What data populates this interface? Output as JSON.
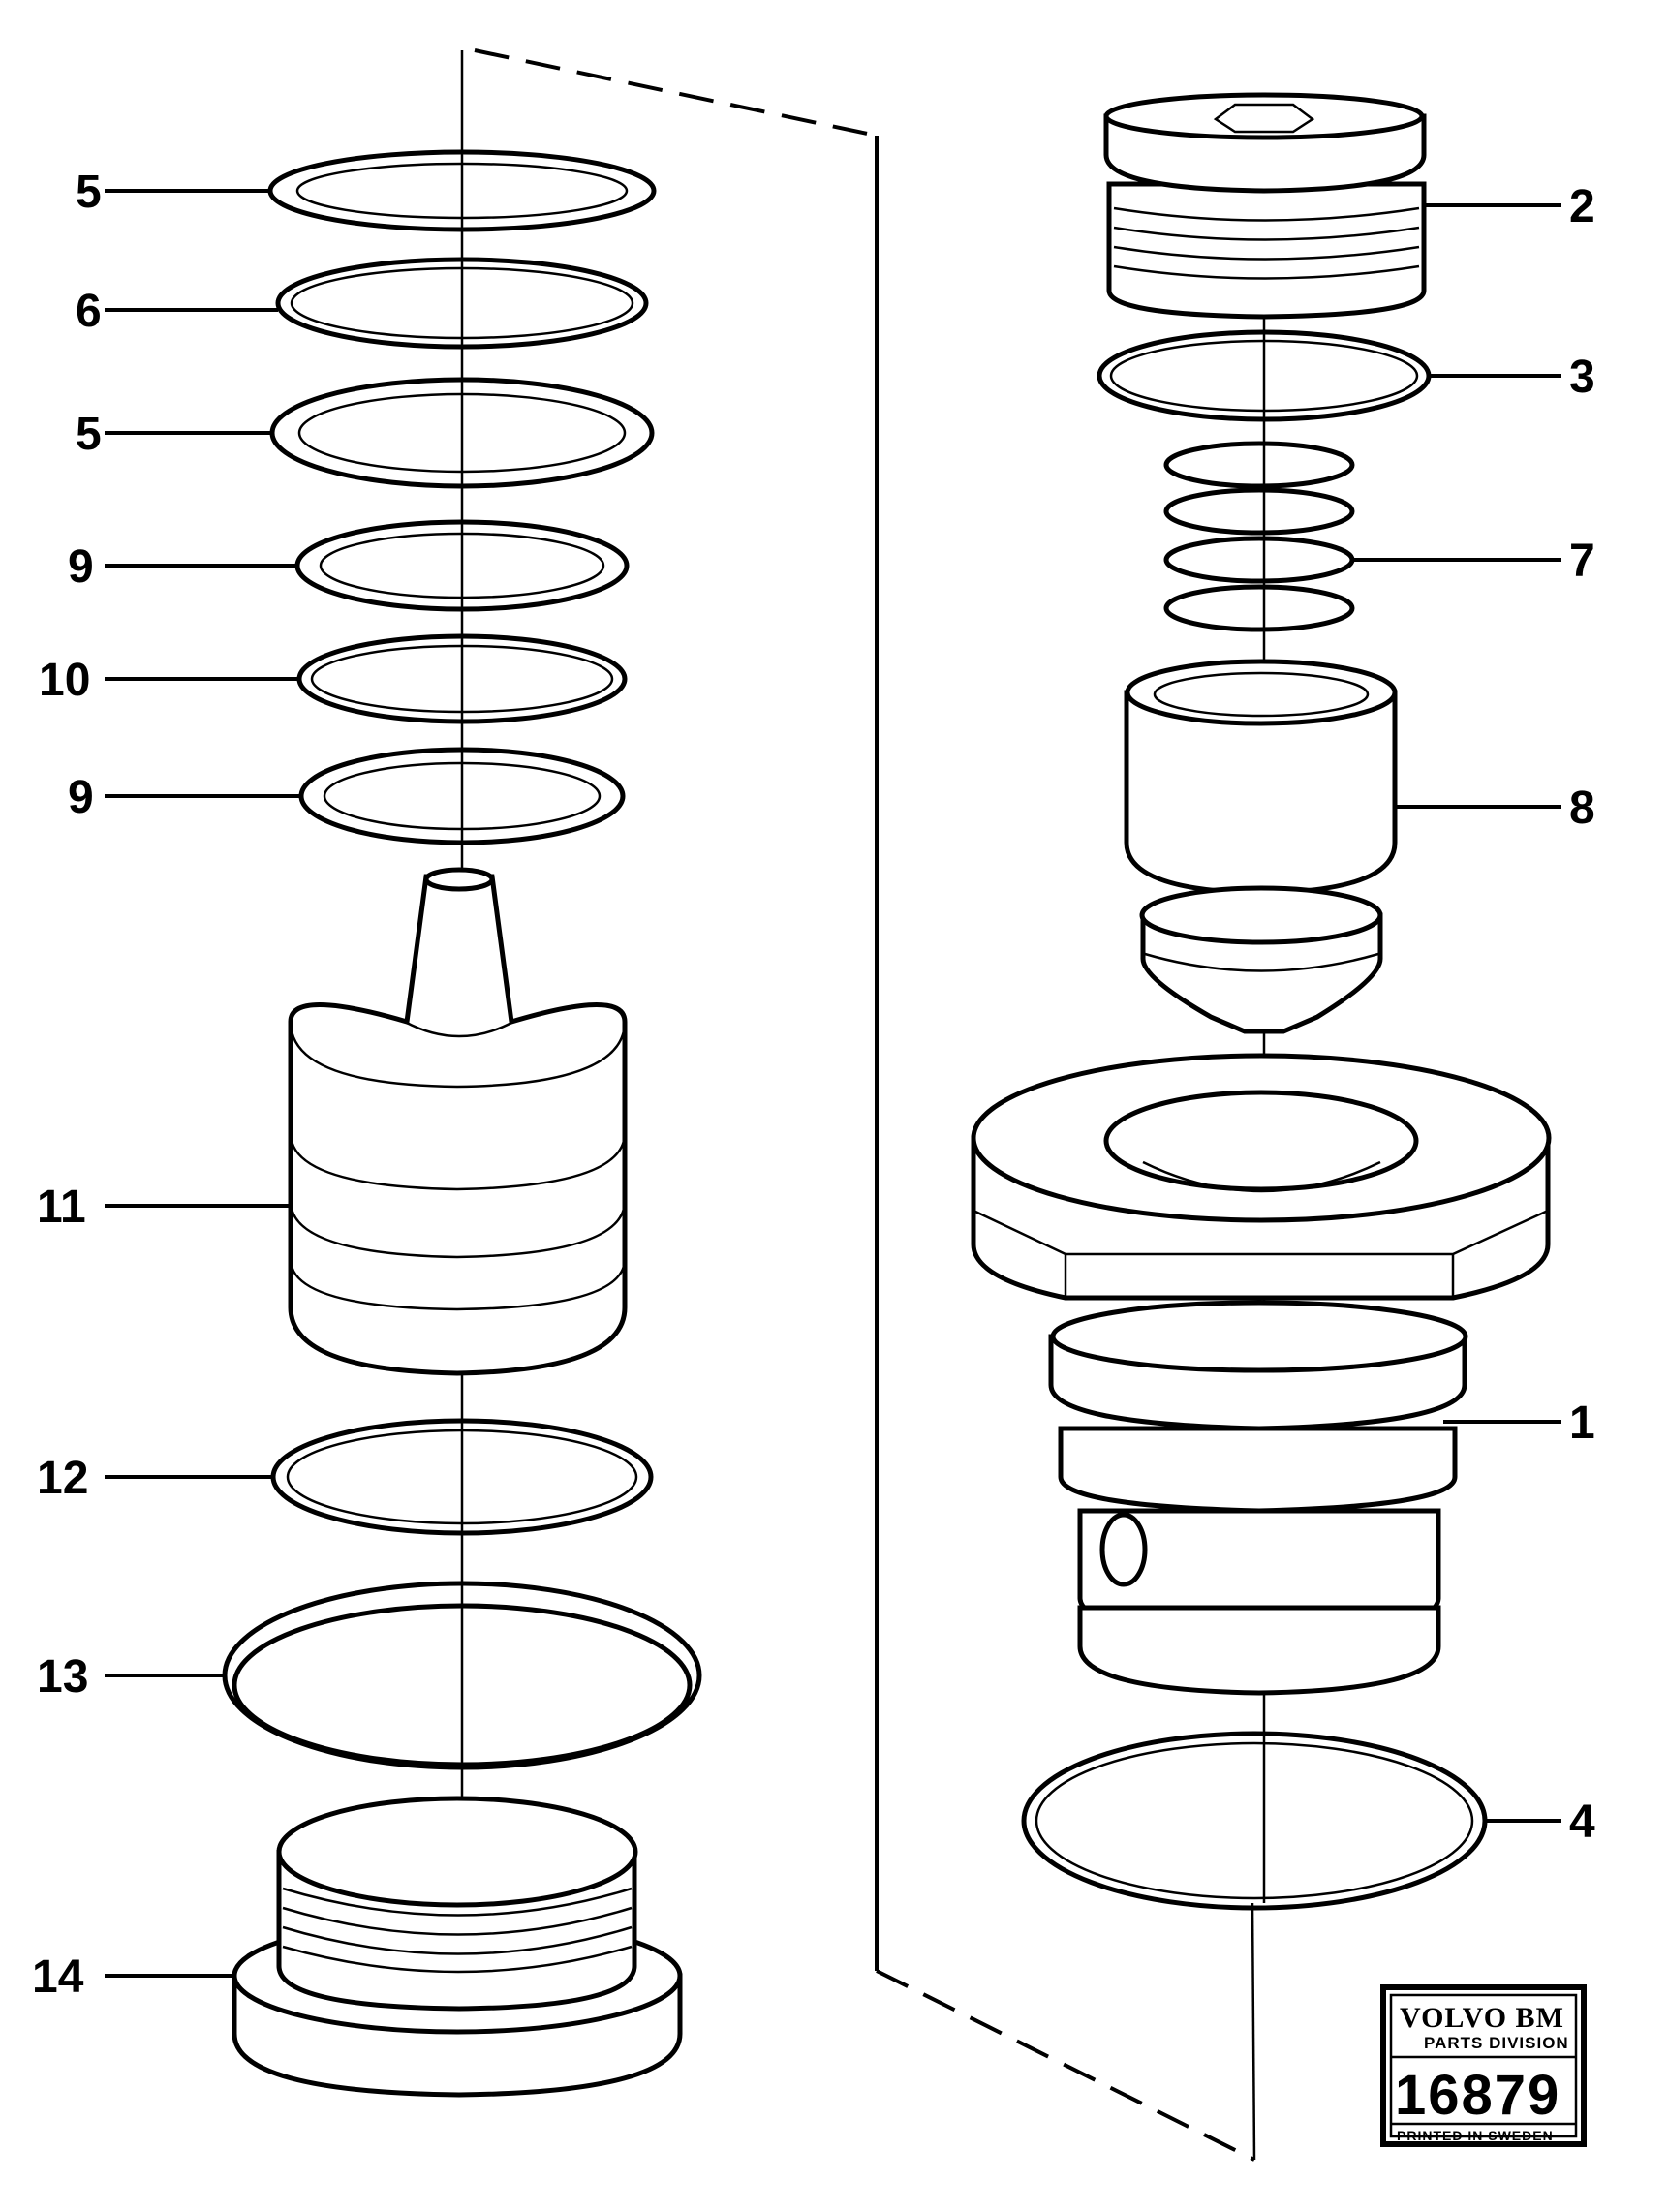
{
  "labels": {
    "l5a": "5",
    "l6": "6",
    "l5b": "5",
    "l9a": "9",
    "l10": "10",
    "l9b": "9",
    "l11": "11",
    "l12": "12",
    "l13": "13",
    "l14": "14",
    "r2": "2",
    "r3": "3",
    "r7": "7",
    "r8": "8",
    "r1": "1",
    "r4": "4"
  },
  "stamp": {
    "brand": "VOLVO BM",
    "division": "PARTS DIVISION",
    "number": "16879",
    "printed": "PRINTED IN SWEDEN"
  }
}
